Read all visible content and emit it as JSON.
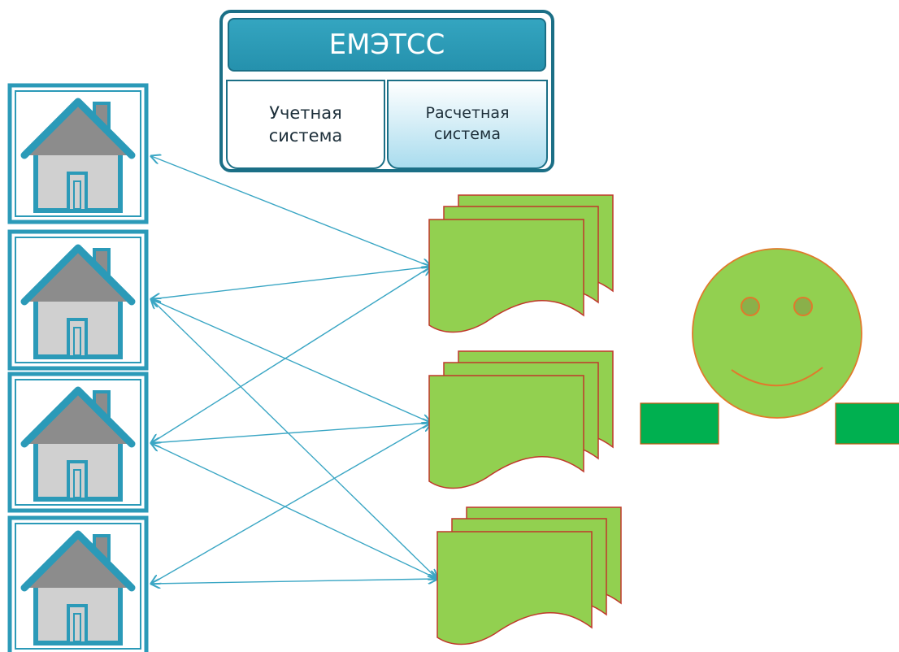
{
  "header": {
    "title": "ЕМЭТСС",
    "accounting_system": "Учетная\nсистема",
    "billing_system": "Расчетная\nсистема"
  },
  "houses": [
    {
      "id": 1
    },
    {
      "id": 2
    },
    {
      "id": 3
    },
    {
      "id": 4
    }
  ],
  "documents": [
    {
      "id": 1
    },
    {
      "id": 2
    },
    {
      "id": 3
    }
  ],
  "connections": [
    [
      1,
      1
    ],
    [
      2,
      1
    ],
    [
      2,
      2
    ],
    [
      2,
      3
    ],
    [
      3,
      1
    ],
    [
      3,
      2
    ],
    [
      3,
      3
    ],
    [
      4,
      2
    ],
    [
      4,
      3
    ]
  ],
  "colors": {
    "accent": "#2b9ab8",
    "accent_dark": "#1b6f86",
    "arrow": "#3aa6c4",
    "document_fill": "#92d050",
    "document_border": "#c0392b",
    "smiley_fill": "#92d050",
    "smiley_border": "#e07a2c",
    "hand_fill": "#00b050",
    "house_roof": "#8c8c8c",
    "house_wall": "#d0d0d0"
  }
}
